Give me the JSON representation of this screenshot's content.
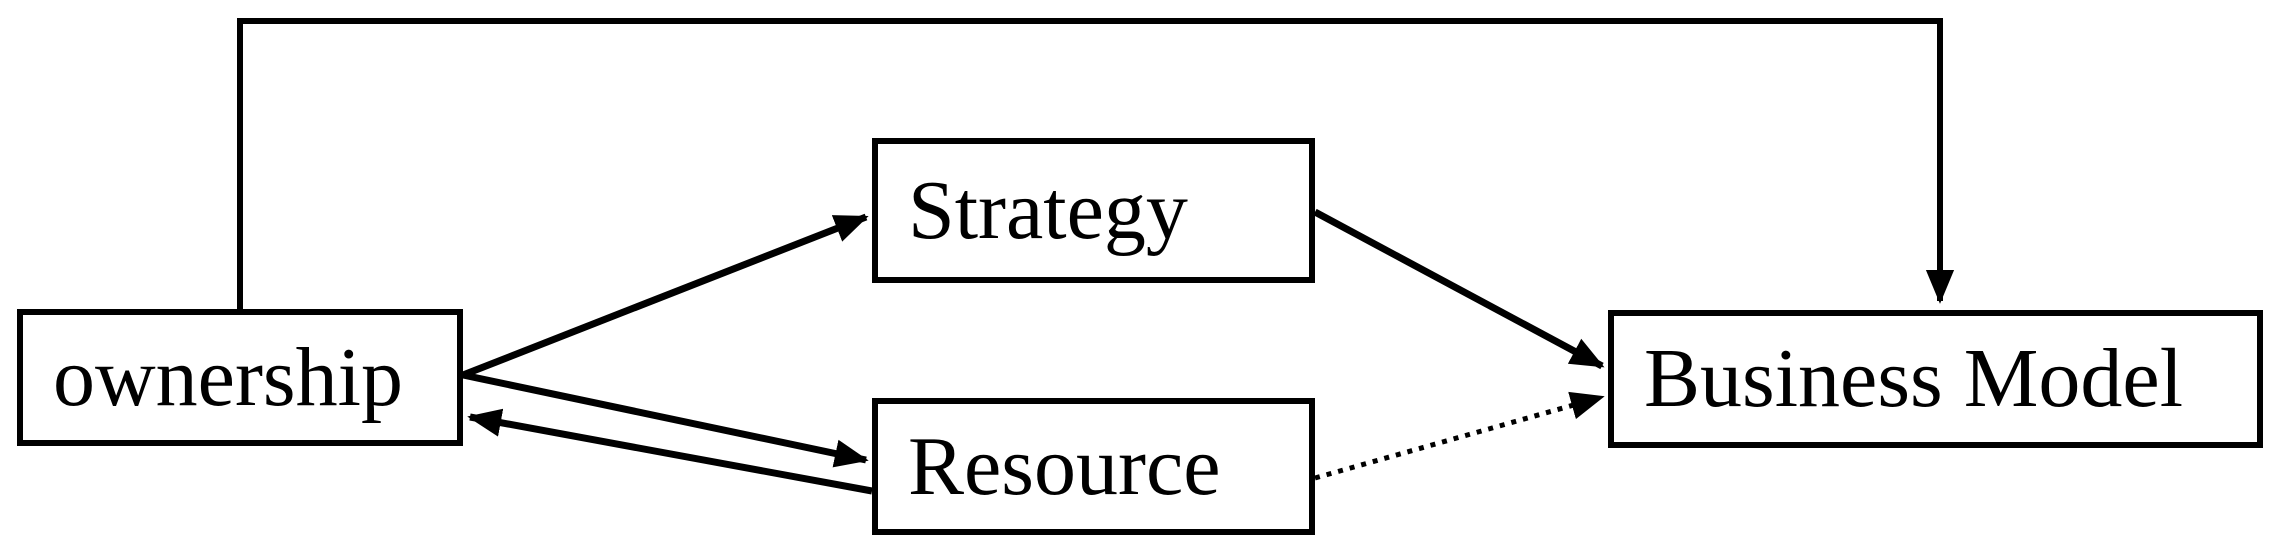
{
  "diagram": {
    "background_color": "#ffffff",
    "line_color": "#000000",
    "box_fill": "#ffffff",
    "nodes": {
      "ownership": {
        "label": "ownership"
      },
      "strategy": {
        "label": "Strategy"
      },
      "resource": {
        "label": "Resource"
      },
      "business_model": {
        "label": "Business Model"
      }
    },
    "edges": [
      {
        "from": "ownership",
        "to": "business_model",
        "line": "solid",
        "route": "elbow-over-top",
        "arrowhead": "filled-triangle"
      },
      {
        "from": "ownership",
        "to": "strategy",
        "line": "solid",
        "route": "straight",
        "arrowhead": "filled-triangle"
      },
      {
        "from": "ownership",
        "to": "resource",
        "line": "solid",
        "route": "straight",
        "arrowhead": "filled-triangle"
      },
      {
        "from": "resource",
        "to": "ownership",
        "line": "solid",
        "route": "straight",
        "arrowhead": "filled-triangle"
      },
      {
        "from": "strategy",
        "to": "business_model",
        "line": "solid",
        "route": "straight",
        "arrowhead": "filled-triangle"
      },
      {
        "from": "resource",
        "to": "business_model",
        "line": "dotted",
        "route": "straight",
        "arrowhead": "filled-triangle"
      }
    ]
  }
}
